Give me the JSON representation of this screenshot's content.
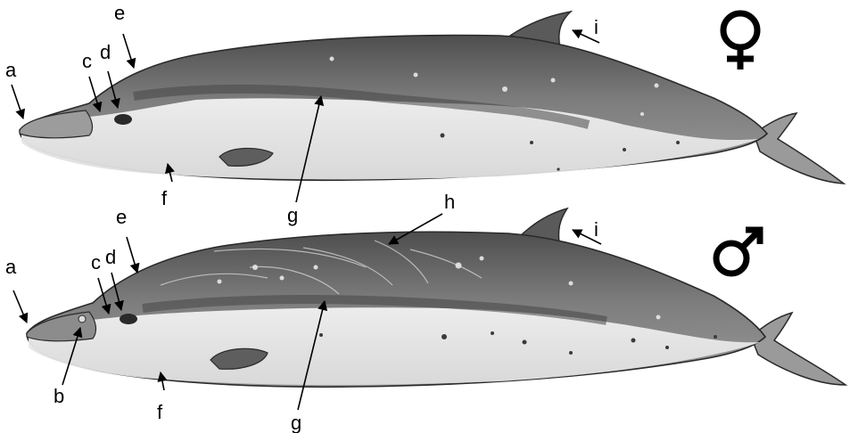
{
  "female": {
    "labels": {
      "a": "a",
      "c": "c",
      "d": "d",
      "e": "e",
      "f": "f",
      "g": "g",
      "i": "i"
    },
    "symbol_icon": "female-venus-symbol"
  },
  "male": {
    "labels": {
      "a": "a",
      "b": "b",
      "c": "c",
      "d": "d",
      "e": "e",
      "f": "f",
      "g": "g",
      "h": "h",
      "i": "i"
    },
    "symbol_icon": "male-mars-symbol"
  },
  "colors": {
    "dark_body": "#5f5f5f",
    "mid_body": "#8a8a8a",
    "pale_belly": "#ebebeb",
    "outline": "#2a2a2a"
  }
}
